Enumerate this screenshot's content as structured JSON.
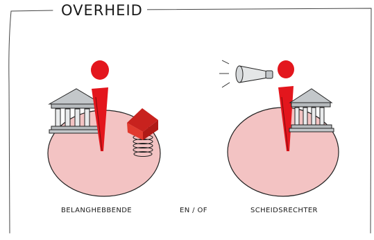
{
  "title": "OVERHEID",
  "captions": {
    "left": "BELANGHEBBENDE",
    "middle": "EN / OF",
    "right": "SCHEIDSRECHTER"
  },
  "icons": {
    "left": [
      "government-building-icon",
      "person-icon",
      "house-on-spring-icon"
    ],
    "right": [
      "megaphone-icon",
      "person-icon",
      "government-building-icon"
    ]
  },
  "colors": {
    "circle_fill": "#f3c3c3",
    "person_red": "#e3161d",
    "house_red": "#d42a24",
    "building_gray": "#b9bdc0",
    "outline": "#1a1a1a"
  }
}
